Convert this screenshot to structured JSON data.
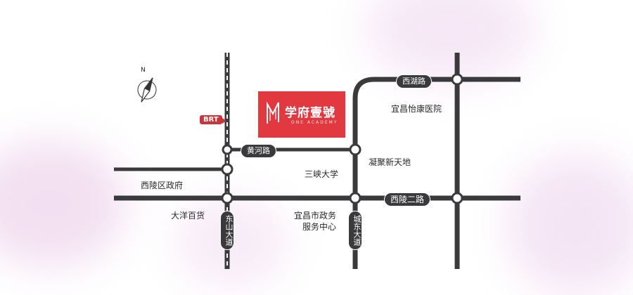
{
  "colors": {
    "road": "#3a3a3d",
    "accent": "#e1393f",
    "brt": "#c8353a"
  },
  "compass": {
    "north": "N",
    "icon": "compass-icon"
  },
  "brt": "BRT",
  "project": {
    "name": "学府壹號",
    "subtitle": "ONE ACADEMY",
    "icon": "logo-mark-icon"
  },
  "roads": {
    "xihu": "西湖路",
    "huanghe": "黄河路",
    "xiling2": "西陵二路",
    "dongshan": "东山大道",
    "chengdong": "城东大道"
  },
  "places": {
    "yikang": "宜昌怡康医院",
    "ningju": "凝聚新天地",
    "sanxia": "三峡大学",
    "xiling_gov": "西陵区政府",
    "dayang": "大洋百货",
    "zhengwu_line1": "宜昌市政务",
    "zhengwu_line2": "服务中心"
  }
}
